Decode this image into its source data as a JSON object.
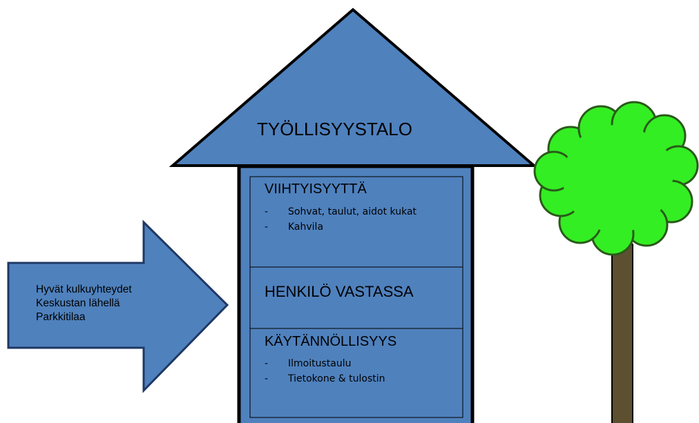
{
  "roof": {
    "title": "TYÖLLISYYSTALO"
  },
  "sections": [
    {
      "title": "VIIHTYISYYTTÄ",
      "items": [
        "Sohvat, taulut, aidot kukat",
        "Kahvila"
      ]
    },
    {
      "title": "HENKILÖ VASTASSA",
      "items": []
    },
    {
      "title": "KÄYTÄNNÖLLISYYS",
      "items": [
        "Ilmoitustaulu",
        "Tietokone & tulostin"
      ]
    }
  ],
  "arrow": {
    "lines": [
      "Hyvät kulkuyhteydet",
      "Keskustan lähellä",
      "Parkkitilaa"
    ]
  },
  "bullet_char": "-",
  "colors": {
    "house_fill": "#4f81bd",
    "house_stroke": "#000000",
    "arrow_stroke": "#1f3864",
    "tree_crown": "#33ee22",
    "tree_crown_stroke": "#2a5a1a",
    "tree_trunk": "#5c5030"
  }
}
